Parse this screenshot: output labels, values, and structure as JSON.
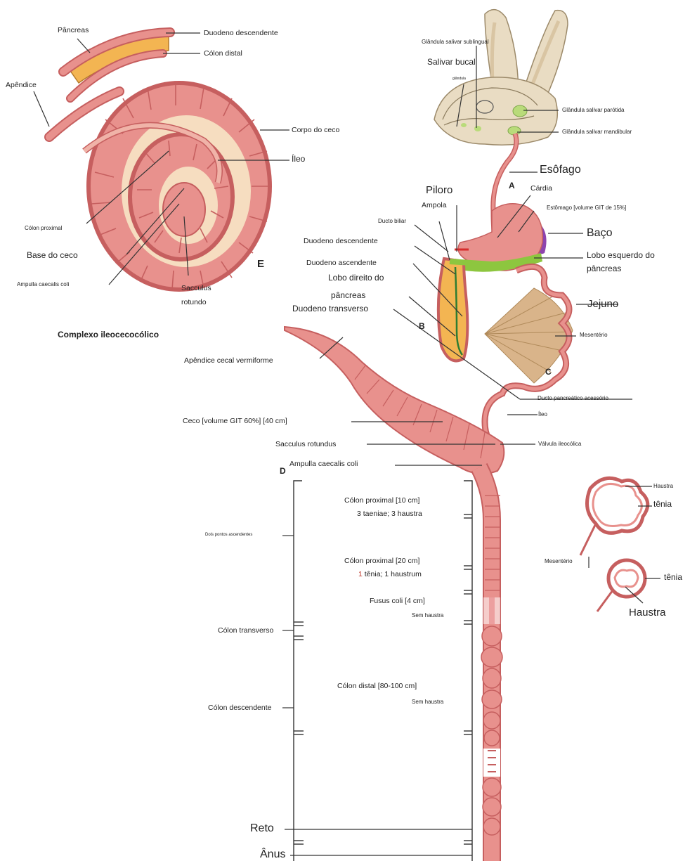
{
  "ileocecal": {
    "title": "Complexo ileocecocólico",
    "letter": "E",
    "labels": {
      "pancreas": "Pâncreas",
      "duodeno_descendente": "Duodeno descendente",
      "colon_distal": "Cólon distal",
      "apendice": "Apêndice",
      "corpo_do_ceco": "Corpo do ceco",
      "ileo": "Íleo",
      "colon_proximal": "Cólon proximal",
      "base_do_ceco": "Base do ceco",
      "ampulla": "Ampulla caecalis coli",
      "sacculus_1": "Sacculus",
      "sacculus_2": "rotundo"
    }
  },
  "head": {
    "sublingual": "Glândula salivar sublingual",
    "salivar_bucal": "Salivar bucal",
    "glandula_small": "glândula",
    "parotida": "Glândula salivar parótida",
    "mandibular": "Glândula salivar mandibular"
  },
  "tract": {
    "esofago": "Esôfago",
    "letter_a": "A",
    "cardia": "Cárdia",
    "piloro": "Piloro",
    "ampola": "Ampola",
    "estomago": "Estômago [volume GIT de 15%]",
    "ducto_biliar": "Ducto biliar",
    "baco": "Baço",
    "duodeno_descendente": "Duodeno descendente",
    "lobo_esquerdo_1": "Lobo esquerdo do",
    "lobo_esquerdo_2": "pâncreas",
    "duodeno_ascendente": "Duodeno ascendente",
    "lobo_direito_1": "Lobo direito do",
    "lobo_direito_2": "pâncreas",
    "duodeno_transverso": "Duodeno transverso",
    "jejuno": "Jejuno",
    "letter_b": "B",
    "mesenterio": "Mesentério",
    "apendice_cecal": "Apêndice cecal vermiforme",
    "letter_c": "C",
    "ducto_pancreatico": "Ducto pancreático acessório",
    "ileo": "Íleo",
    "ceco": "Ceco [volume GIT 60%] [40 cm]",
    "sacculus_rotundus": "Sacculus rotundus",
    "valvula": "Válvula ileocólica",
    "ampulla": "Ampulla caecalis coli"
  },
  "colon": {
    "letter_d": "D",
    "dois_pontos": "Dois pontos ascendentes",
    "colon_transverso": "Cólon transverso",
    "colon_descendente": "Cólon descendente",
    "reto": "Reto",
    "anus": "Ânus",
    "seg1_title": "Cólon proximal [10 cm]",
    "seg1_sub": "3 taeniae; 3 haustra",
    "seg2_title": "Cólon proximal [20 cm]",
    "seg2_sub_num": "1",
    "seg2_sub_rest": " tênia; 1 haustrum",
    "seg3_title": "Fusus coli [4 cm]",
    "seg3_sub": "Sem haustra",
    "seg4_title": "Cólon distal [80-100 cm]",
    "seg4_sub": "Sem haustra"
  },
  "cross_sections": {
    "haustra_small": "Haustra",
    "tenia_1": "tênia",
    "mesenterio": "Mesentério",
    "tenia_2": "tênia",
    "haustra_large": "Haustra"
  },
  "colors": {
    "tissue": "#e8918d",
    "tissue_dark": "#c65f5f",
    "pancreas": "#f3b552",
    "pancreas_green": "#8dc63f",
    "spleen": "#8e44ad",
    "head_fur": "#e9dcc3",
    "line": "#333333",
    "fusus": "#d62c2c"
  }
}
